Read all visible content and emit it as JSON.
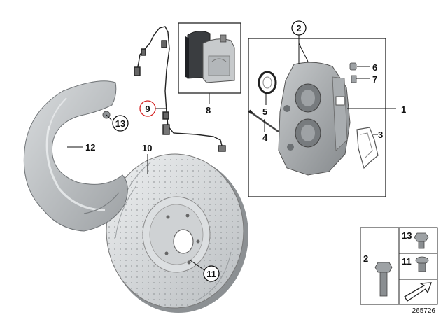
{
  "callouts": {
    "c1": "1",
    "c2": "2",
    "c3": "3",
    "c4": "4",
    "c5": "5",
    "c6": "6",
    "c7": "7",
    "c8": "8",
    "c9": "9",
    "c10": "10",
    "c11": "11",
    "c12": "12",
    "c13": "13"
  },
  "legend": {
    "b13": "13",
    "b2": "2",
    "b11": "11"
  },
  "diagram_number": "265726",
  "colors": {
    "line": "#111111",
    "highlight": "#d42020",
    "part": "#c9ccce",
    "part_dark": "#8e9295"
  },
  "icons": [
    "arrow-right-icon"
  ]
}
